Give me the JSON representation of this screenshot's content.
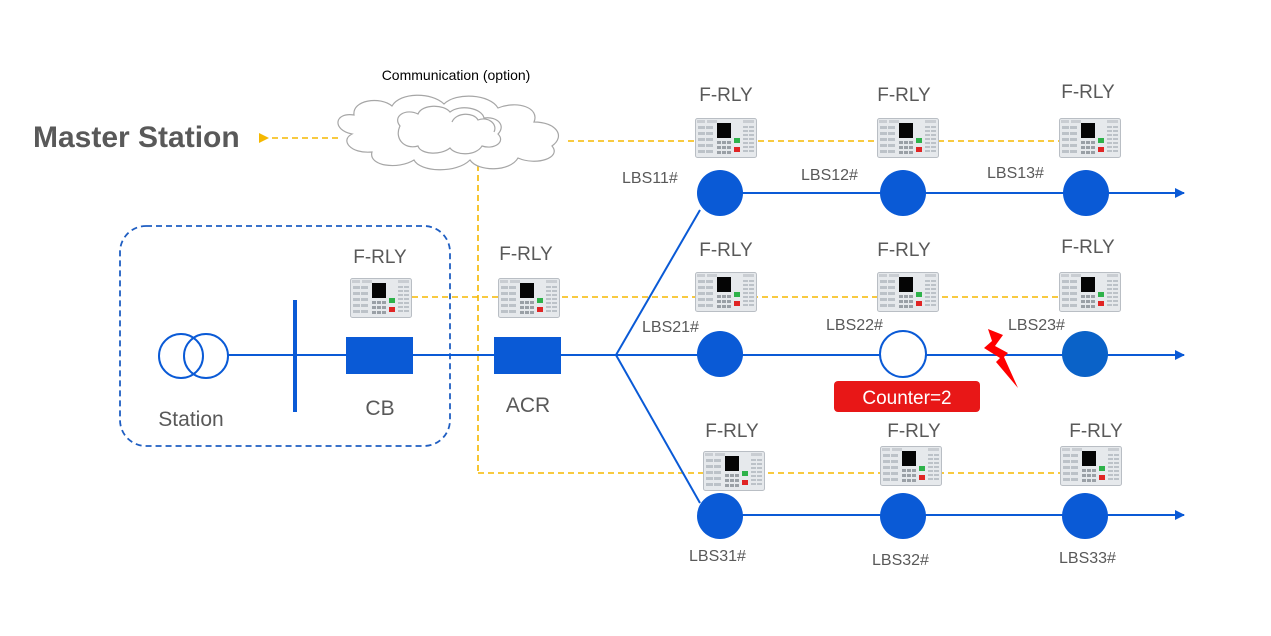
{
  "master_station": {
    "label": "Master Station"
  },
  "communication": {
    "label": "Communication (option)"
  },
  "station": {
    "label": "Station"
  },
  "breaker": {
    "label": "CB"
  },
  "recloser": {
    "label": "ACR"
  },
  "relay_label": "F-RLY",
  "switches": {
    "lbs11": "LBS11#",
    "lbs12": "LBS12#",
    "lbs13": "LBS13#",
    "lbs21": "LBS21#",
    "lbs22": "LBS22#",
    "lbs23": "LBS23#",
    "lbs31": "LBS31#",
    "lbs32": "LBS32#",
    "lbs33": "LBS33#"
  },
  "counter": {
    "label": "Counter=2"
  },
  "colors": {
    "line": "#0a5ad6",
    "node": "#0a5ad6",
    "node_lbs23": "#0a62c8",
    "comm_link": "#f5b800",
    "station_border": "#1f5ec2",
    "counter_bg": "#e81717",
    "fault": "#ff0000",
    "label": "#595959"
  },
  "icons": {
    "cloud": "cloud-icon",
    "transformer": "transformer-icon",
    "relay": "relay-device-icon",
    "fault": "lightning-fault-icon",
    "arrow": "arrow-right-icon"
  }
}
